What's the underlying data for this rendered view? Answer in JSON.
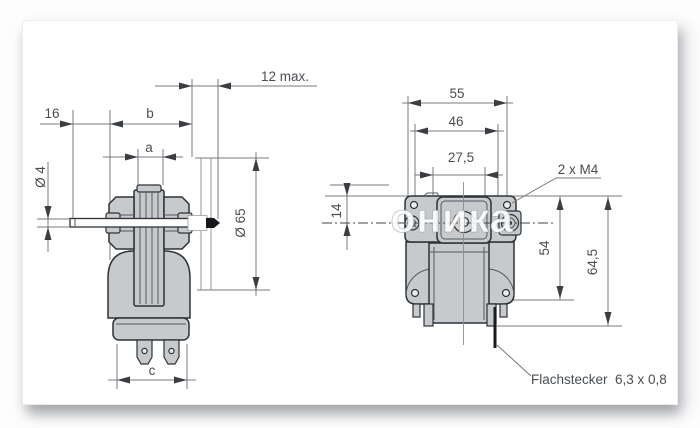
{
  "watermark": "оника",
  "colors": {
    "part_fill": "#c7cacc",
    "part_outline": "#2e3236",
    "dimension_lines": "#75797d",
    "label_text": "#4a4e52",
    "paper": "#ffffff"
  },
  "side_view": {
    "dim_12max": "12 max.",
    "dim_16": "16",
    "dim_b": "b",
    "dim_a": "a",
    "dim_shaft_dia": "Ø 4",
    "dim_body_dia": "Ø 65",
    "dim_c": "c"
  },
  "front_view": {
    "dim_55": "55",
    "dim_46": "46",
    "dim_27_5": "27,5",
    "screw_note": "2 x M4",
    "dim_14": "14",
    "dim_54": "54",
    "dim_64_5": "64,5",
    "connector_note": "Flachstecker  6,3 x 0,8"
  }
}
